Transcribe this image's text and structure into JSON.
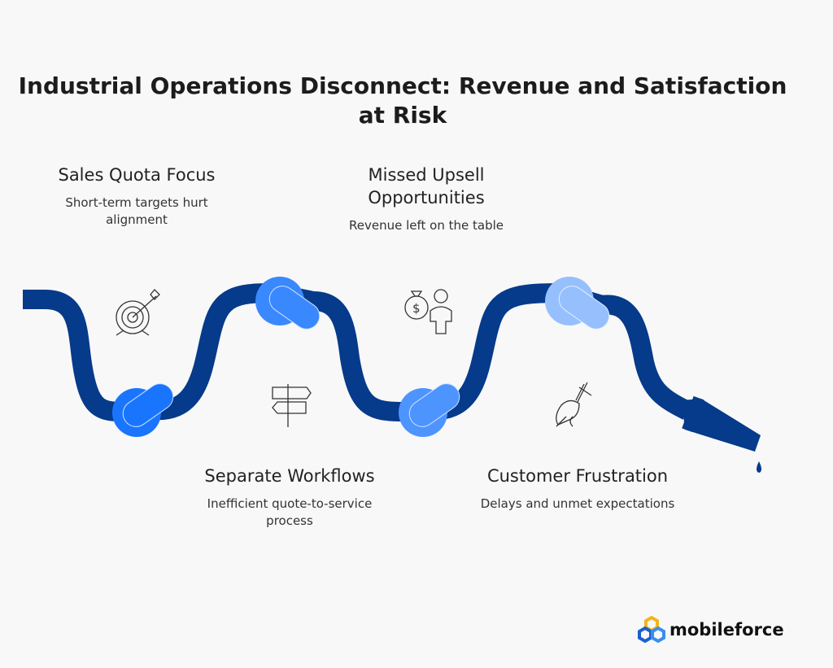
{
  "title": "Industrial Operations Disconnect: Revenue and Satisfaction at Risk",
  "items": [
    {
      "heading": "Sales Quota Focus",
      "description": "Short-term targets hurt alignment",
      "icon": "target-icon"
    },
    {
      "heading": "Separate Workflows",
      "description": "Inefficient quote-to-service process",
      "icon": "signpost-icon"
    },
    {
      "heading": "Missed Upsell Opportunities",
      "description": "Revenue left on the table",
      "icon": "money-person-icon"
    },
    {
      "heading": "Customer Frustration",
      "description": "Delays and unmet expectations",
      "icon": "fist-pitchfork-icon"
    }
  ],
  "colors": {
    "hose": "#063a8a",
    "knot1": "#1a75fe",
    "knot2": "#3a88fe",
    "knot3": "#4d94ff",
    "knot4": "#96bffe"
  },
  "logo": {
    "text": "mobileforce"
  }
}
